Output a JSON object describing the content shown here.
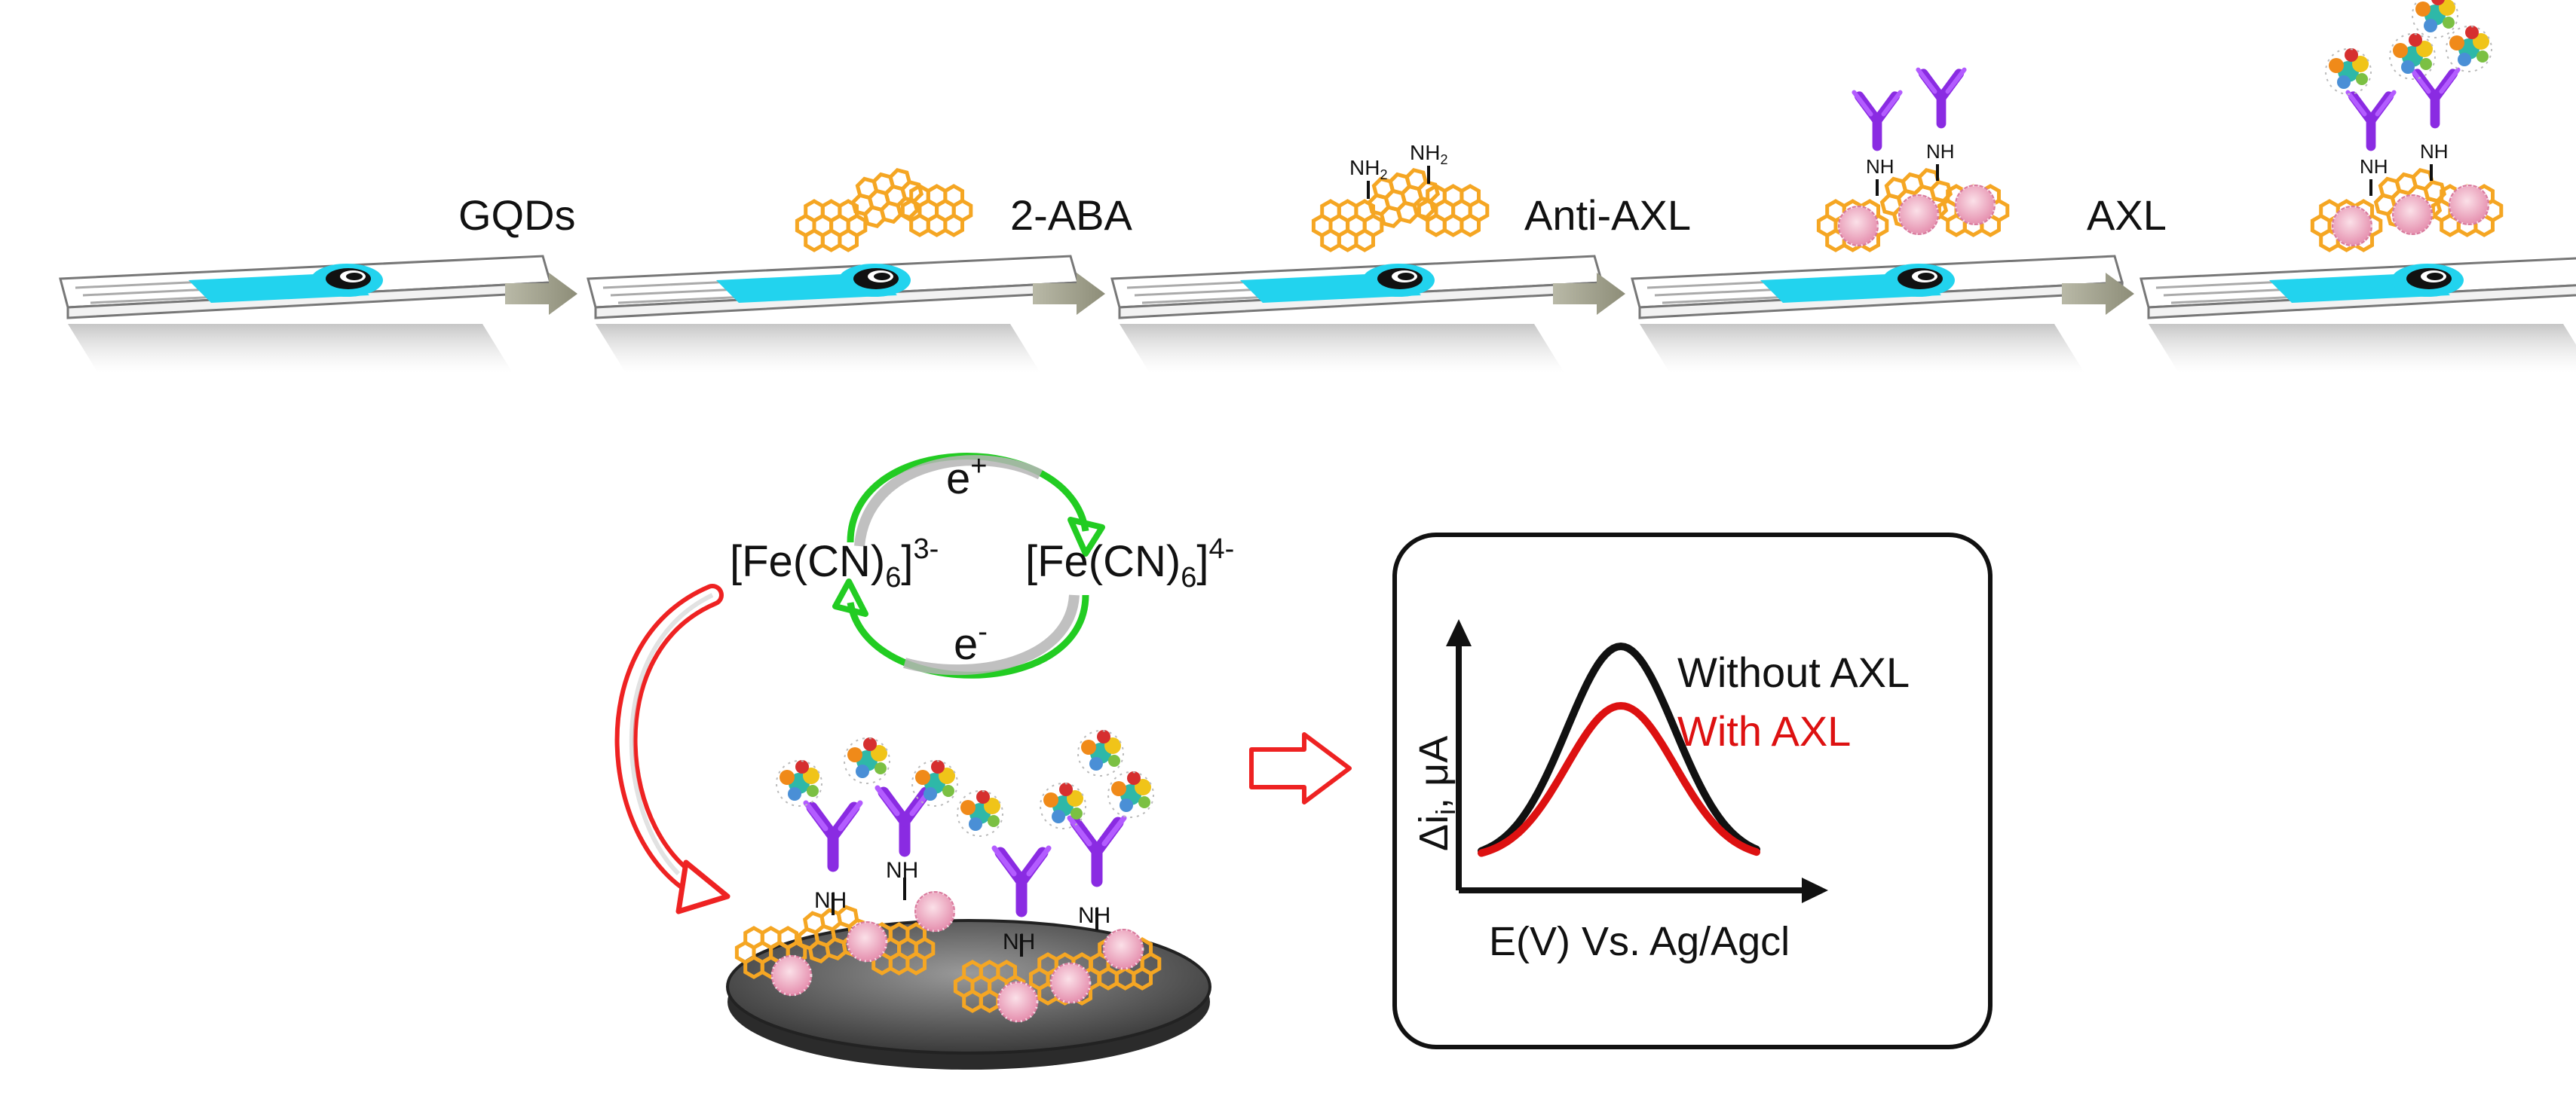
{
  "steps": [
    {
      "label": "GQDs"
    },
    {
      "label": "2-ABA"
    },
    {
      "label": "Anti-AXL"
    },
    {
      "label": "AXL"
    }
  ],
  "amine_labels": {
    "nh2": "NH",
    "nh2_sub": "2",
    "nh": "NH"
  },
  "redox": {
    "oxidized": {
      "base": "[Fe(CN)",
      "sub": "6",
      "close": "]",
      "sup": "3-"
    },
    "reduced": {
      "base": "[Fe(CN)",
      "sub": "6",
      "close": "]",
      "sup": "4-"
    },
    "top_electron": {
      "base": "e",
      "sup": "+"
    },
    "bottom_electron": {
      "base": "e",
      "sup": "-"
    }
  },
  "plot": {
    "xlabel": "E(V) Vs. Ag/Agcl",
    "ylabel_main": "Δi",
    "ylabel_sub": "i",
    "ylabel_tail": ", μA",
    "series": [
      {
        "name": "Without AXL",
        "color": "#111111",
        "peak": 1.0
      },
      {
        "name": "With AXL",
        "color": "#dd1111",
        "peak": 0.72
      }
    ]
  },
  "colors": {
    "electrode_fill": "#22d3ee",
    "arrow_gray": "#9a9a86",
    "green_arrow": "#22cc22",
    "red_arrow": "#ee2222",
    "gqd_orange": "#f5a623",
    "antibody_purple": "#8a2be2",
    "np_pink": "#f4b6c8"
  }
}
